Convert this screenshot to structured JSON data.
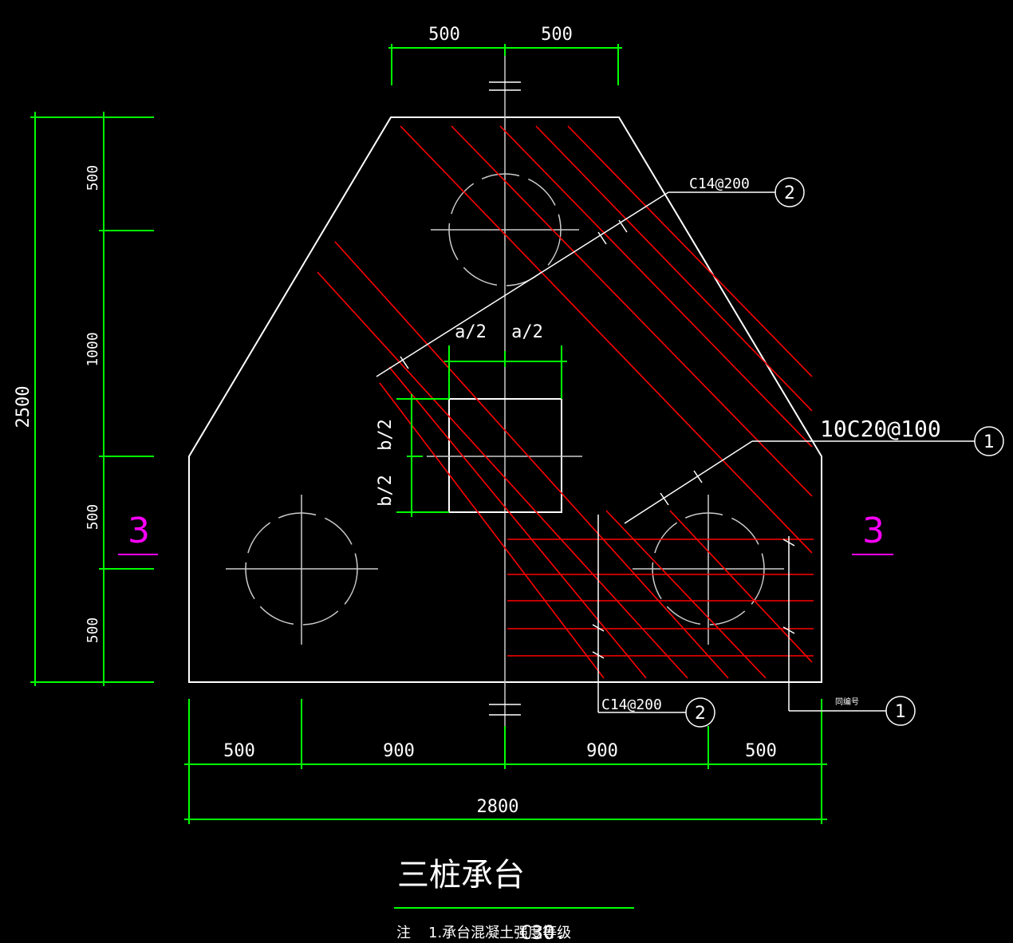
{
  "colors": {
    "background": "#000000",
    "outline": "#ffffff",
    "dimension": "#00ff00",
    "rebar": "#ff0000",
    "section_mark": "#ff00ff",
    "axis": "#cccccc"
  },
  "dims": {
    "top_left": "500",
    "top_right": "500",
    "left_total": "2500",
    "left_seg1": "500",
    "left_seg2": "1000",
    "left_seg3": "500",
    "left_seg4": "500",
    "bottom_seg1": "500",
    "bottom_seg2": "900",
    "bottom_seg3": "900",
    "bottom_seg4": "500",
    "bottom_total": "2800",
    "col_a_left": "a/2",
    "col_a_right": "a/2",
    "col_b_top": "b/2",
    "col_b_bottom": "b/2"
  },
  "callouts": {
    "upper_label": "C14@200",
    "upper_num": "2",
    "main_label": "10C20@100",
    "main_num": "1",
    "lower_label": "C14@200",
    "lower_num": "2",
    "small_label": "同编号",
    "small_num": "1"
  },
  "section": {
    "left": "3",
    "right": "3"
  },
  "title": "三桩承台",
  "notes": {
    "prefix": "注",
    "text": "1.承台混凝土强度等级",
    "grade": "C30."
  }
}
